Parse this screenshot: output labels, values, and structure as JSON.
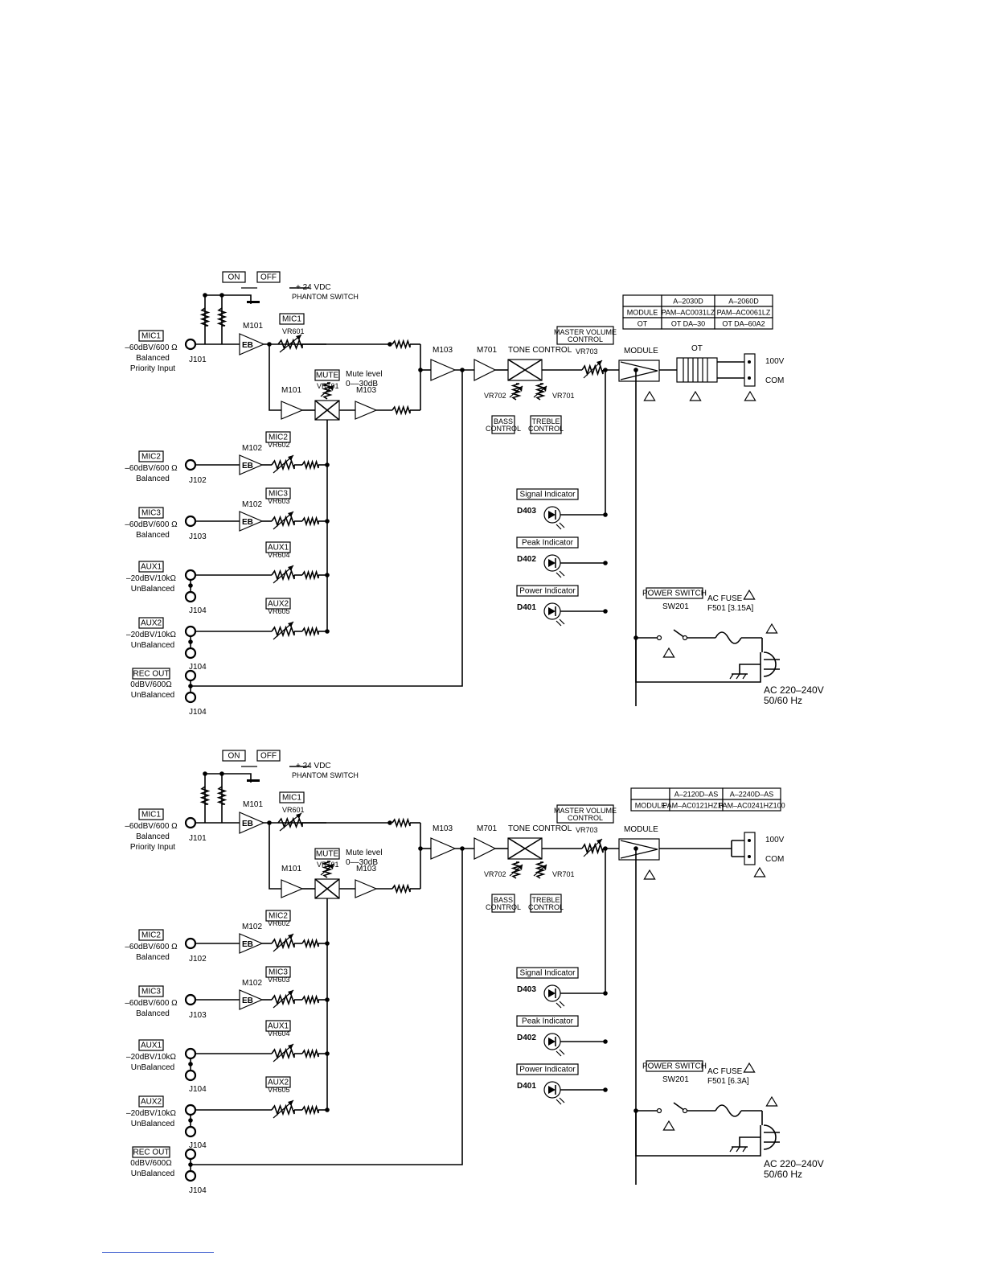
{
  "diagram1": {
    "phantom": {
      "on": "ON",
      "off": "OFF",
      "voltage": "+ 24 VDC",
      "switch": "PHANTOM SWITCH"
    },
    "inputs": [
      {
        "name": "MIC1",
        "level": "–60dBV/600 Ω",
        "type": "Balanced",
        "extra": "Priority Input",
        "jack": "J101",
        "module": "M101",
        "vr_name": "MIC1",
        "vr": "VR601"
      },
      {
        "name": "MIC2",
        "level": "–60dBV/600 Ω",
        "type": "Balanced",
        "jack": "J102",
        "module": "M102",
        "vr_name": "MIC2",
        "vr": "VR602"
      },
      {
        "name": "MIC3",
        "level": "–60dBV/600 Ω",
        "type": "Balanced",
        "jack": "J103",
        "module": "M102",
        "vr_name": "MIC3",
        "vr": "VR603"
      },
      {
        "name": "AUX1",
        "level": "–20dBV/10kΩ",
        "type": "UnBalanced",
        "jack": "J104",
        "vr_name": "AUX1",
        "vr": "VR604"
      },
      {
        "name": "AUX2",
        "level": "–20dBV/10kΩ",
        "type": "UnBalanced",
        "jack": "J104",
        "vr_name": "AUX2",
        "vr": "VR605"
      }
    ],
    "rec_out": {
      "name": "REC OUT",
      "level": "0dBV/600Ω",
      "type": "UnBalanced",
      "jack": "J104"
    },
    "eb": "EB",
    "mute": {
      "label": "MUTE",
      "vr": "VR101",
      "level": "Mute level",
      "range": "0––30dB",
      "m_left": "M101",
      "m_right": "M103"
    },
    "m103": "M103",
    "m701": "M701",
    "tone": {
      "label": "TONE CONTROL",
      "vr_bass": "VR702",
      "vr_treble": "VR701",
      "bass_1": "BASS",
      "bass_2": "CONTROL",
      "treble_1": "TREBLE",
      "treble_2": "CONTROL"
    },
    "master": {
      "line1": "MASTER VOLUME",
      "line2": "CONTROL",
      "vr": "VR703"
    },
    "module_label": "MODULE",
    "ot_label": "OT",
    "outputs": [
      "100V",
      "COM"
    ],
    "table": {
      "headers": [
        "",
        "A–2030D",
        "A–2060D"
      ],
      "rows": [
        [
          "MODULE",
          "PAM–AC0031LZ",
          "PAM–AC0061LZ"
        ],
        [
          "OT",
          "OT DA–30",
          "OT DA–60A2"
        ]
      ]
    },
    "indicators": [
      {
        "label": "Signal Indicator",
        "diode": "D403"
      },
      {
        "label": "Peak Indicator",
        "diode": "D402"
      },
      {
        "label": "Power Indicator",
        "diode": "D401"
      }
    ],
    "power": {
      "switch_label": "POWER SWITCH",
      "switch_id": "SW201",
      "fuse_label": "AC FUSE",
      "fuse_id": "F501 [3.15A]"
    },
    "ac": {
      "line1": "AC 220–240V",
      "line2": "50/60 Hz"
    }
  },
  "diagram2": {
    "phantom": {
      "on": "ON",
      "off": "OFF",
      "voltage": "+ 24 VDC",
      "switch": "PHANTOM SWITCH"
    },
    "inputs": [
      {
        "name": "MIC1",
        "level": "–60dBV/600 Ω",
        "type": "Balanced",
        "extra": "Priority Input",
        "jack": "J101",
        "module": "M101",
        "vr_name": "MIC1",
        "vr": "VR601"
      },
      {
        "name": "MIC2",
        "level": "–60dBV/600 Ω",
        "type": "Balanced",
        "jack": "J102",
        "module": "M102",
        "vr_name": "MIC2",
        "vr": "VR602"
      },
      {
        "name": "MIC3",
        "level": "–60dBV/600 Ω",
        "type": "Balanced",
        "jack": "J103",
        "module": "M102",
        "vr_name": "MIC3",
        "vr": "VR603"
      },
      {
        "name": "AUX1",
        "level": "–20dBV/10kΩ",
        "type": "UnBalanced",
        "jack": "J104",
        "vr_name": "AUX1",
        "vr": "VR604"
      },
      {
        "name": "AUX2",
        "level": "–20dBV/10kΩ",
        "type": "UnBalanced",
        "jack": "J104",
        "vr_name": "AUX2",
        "vr": "VR605"
      }
    ],
    "rec_out": {
      "name": "REC OUT",
      "level": "0dBV/600Ω",
      "type": "UnBalanced",
      "jack": "J104"
    },
    "eb": "EB",
    "mute": {
      "label": "MUTE",
      "vr": "VR101",
      "level": "Mute level",
      "range": "0––30dB",
      "m_left": "M101",
      "m_right": "M103"
    },
    "m103": "M103",
    "m701": "M701",
    "tone": {
      "label": "TONE CONTROL",
      "vr_bass": "VR702",
      "vr_treble": "VR701",
      "bass_1": "BASS",
      "bass_2": "CONTROL",
      "treble_1": "TREBLE",
      "treble_2": "CONTROL"
    },
    "master": {
      "line1": "MASTER VOLUME",
      "line2": "CONTROL",
      "vr": "VR703"
    },
    "module_label": "MODULE",
    "outputs": [
      "100V",
      "COM"
    ],
    "table": {
      "headers": [
        "",
        "A–2120D–AS",
        "A–2240D–AS"
      ],
      "rows": [
        [
          "MODULE",
          "PAM–AC0121HZ100",
          "PAM–AC0241HZ100"
        ]
      ]
    },
    "indicators": [
      {
        "label": "Signal Indicator",
        "diode": "D403"
      },
      {
        "label": "Peak Indicator",
        "diode": "D402"
      },
      {
        "label": "Power Indicator",
        "diode": "D401"
      }
    ],
    "power": {
      "switch_label": "POWER SWITCH",
      "switch_id": "SW201",
      "fuse_label": "AC FUSE",
      "fuse_id": "F501 [6.3A]"
    },
    "ac": {
      "line1": "AC 220–240V",
      "line2": "50/60 Hz"
    }
  }
}
